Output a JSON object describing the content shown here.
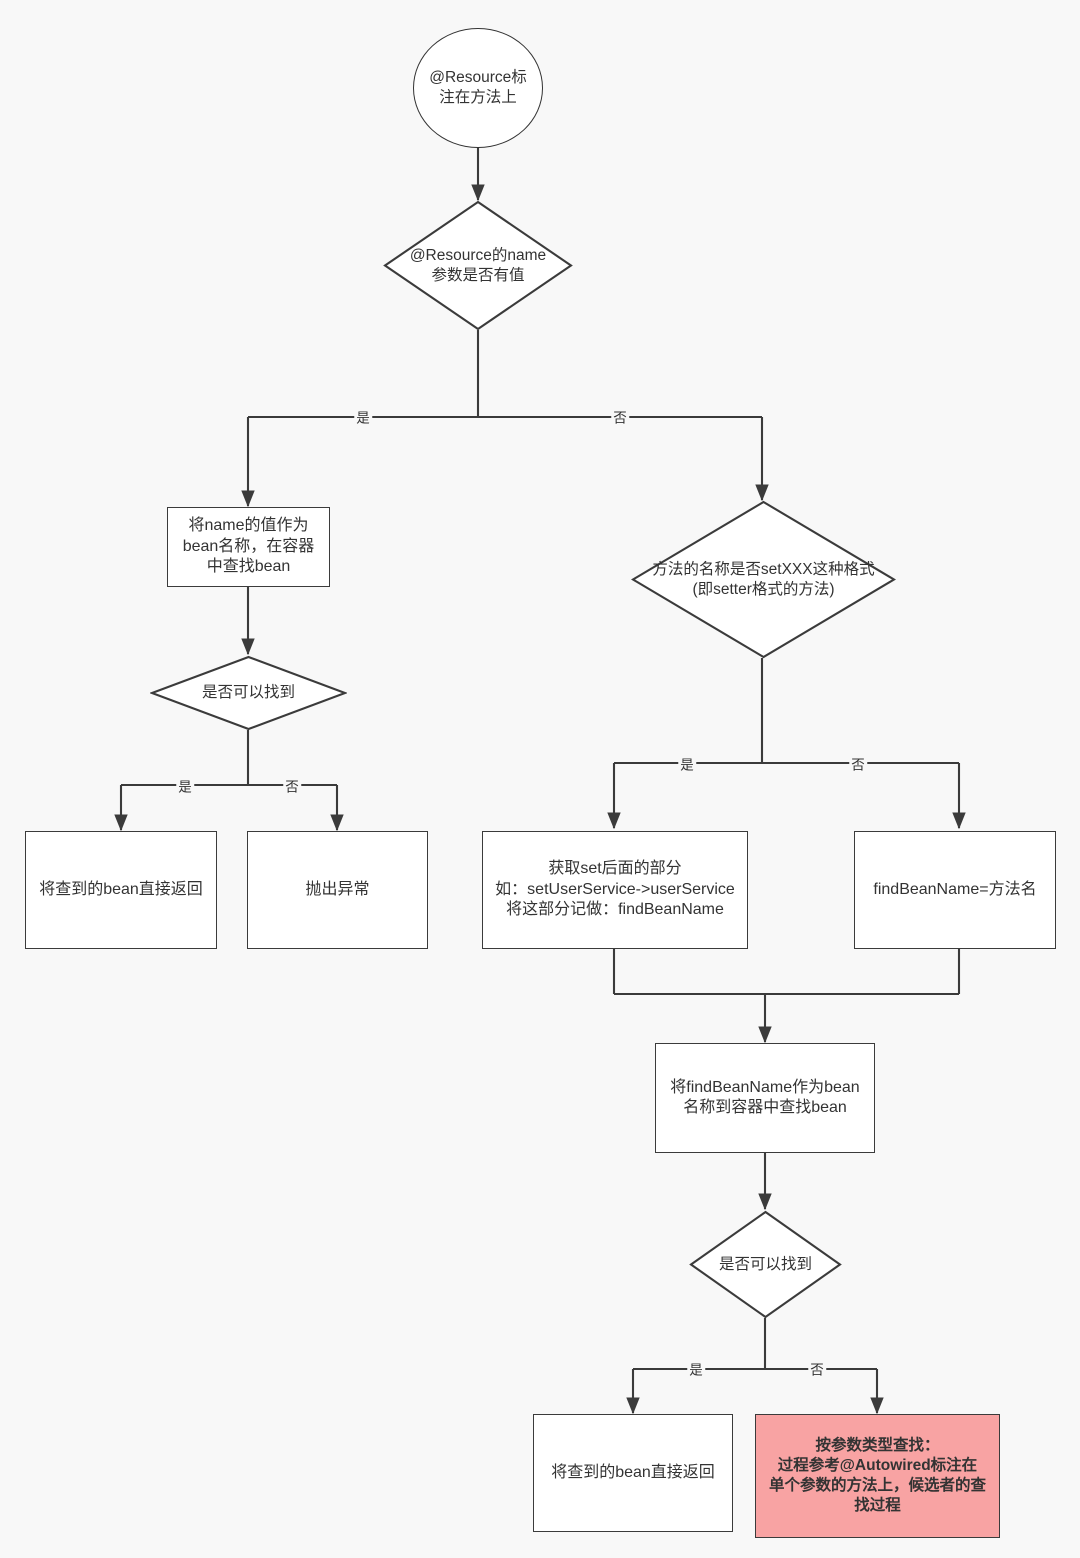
{
  "diagram": {
    "title": "@Resource 注解在方法上的解析流程",
    "background_color": "#f8f8f8",
    "line_color": "#3b3b3b",
    "text_color": "#333333",
    "emphasis_fill": "#f8a3a3"
  },
  "nodes": {
    "start": {
      "shape": "ellipse",
      "text": "@Resource标\n注在方法上"
    },
    "decision_name": {
      "shape": "diamond",
      "text": "@Resource的name\n参数是否有值"
    },
    "use_name_lookup": {
      "shape": "box",
      "text": "将name的值作为\nbean名称，在容器\n中查找bean"
    },
    "decision_found_left": {
      "shape": "diamond",
      "text": "是否可以找到"
    },
    "return_bean_left": {
      "shape": "box",
      "text": "将查到的bean直接返回"
    },
    "throw_exception": {
      "shape": "box",
      "text": "抛出异常"
    },
    "decision_setter": {
      "shape": "diamond",
      "text": "方法的名称是否setXXX这种格式\n(即setter格式的方法)"
    },
    "extract_setter_name": {
      "shape": "box",
      "text": "获取set后面的部分\n如：setUserService->userService\n将这部分记做：findBeanName"
    },
    "findbeanname_is_method": {
      "shape": "box",
      "text": "findBeanName=方法名"
    },
    "lookup_by_findbeanname": {
      "shape": "box",
      "text": "将findBeanName作为bean\n名称到容器中查找bean"
    },
    "decision_found_right": {
      "shape": "diamond",
      "text": "是否可以找到"
    },
    "return_bean_right": {
      "shape": "box",
      "text": "将查到的bean直接返回"
    },
    "fallback_by_type": {
      "shape": "box",
      "emphasis": true,
      "text": "按参数类型查找：\n过程参考@Autowired标注在\n单个参数的方法上，候选者的查\n找过程"
    }
  },
  "edge_labels": {
    "name_yes": "是",
    "name_no": "否",
    "found_left_yes": "是",
    "found_left_no": "否",
    "setter_yes": "是",
    "setter_no": "否",
    "found_right_yes": "是",
    "found_right_no": "否"
  }
}
